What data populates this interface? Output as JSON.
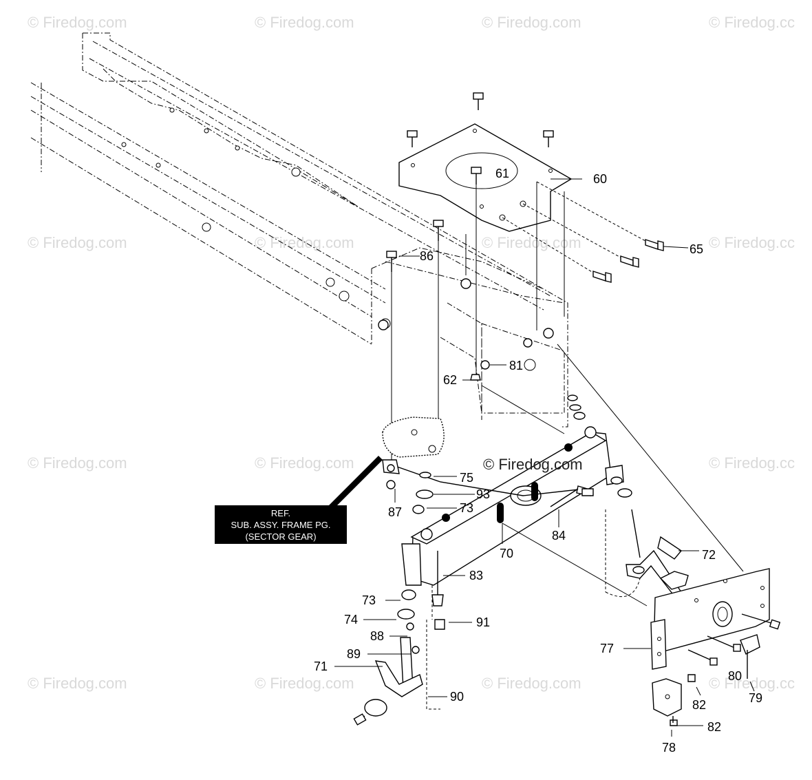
{
  "watermark": {
    "text": "© Firedog.com",
    "text_clipped": "© Firedog.cc"
  },
  "center_watermark": "© Firedog.com",
  "reference_box": {
    "line1": "REF.",
    "line2": "SUB. ASSY. FRAME PG.",
    "line3": "(SECTOR GEAR)"
  },
  "part_labels": {
    "p60": "60",
    "p61": "61",
    "p62": "62",
    "p65": "65",
    "p70": "70",
    "p71": "71",
    "p72": "72",
    "p73a": "73",
    "p73b": "73",
    "p74": "74",
    "p75": "75",
    "p77": "77",
    "p78": "78",
    "p79": "79",
    "p80": "80",
    "p81": "81",
    "p82a": "82",
    "p82b": "82",
    "p83": "83",
    "p84": "84",
    "p86": "86",
    "p87": "87",
    "p88": "88",
    "p89": "89",
    "p90": "90",
    "p91": "91",
    "p93": "93"
  }
}
